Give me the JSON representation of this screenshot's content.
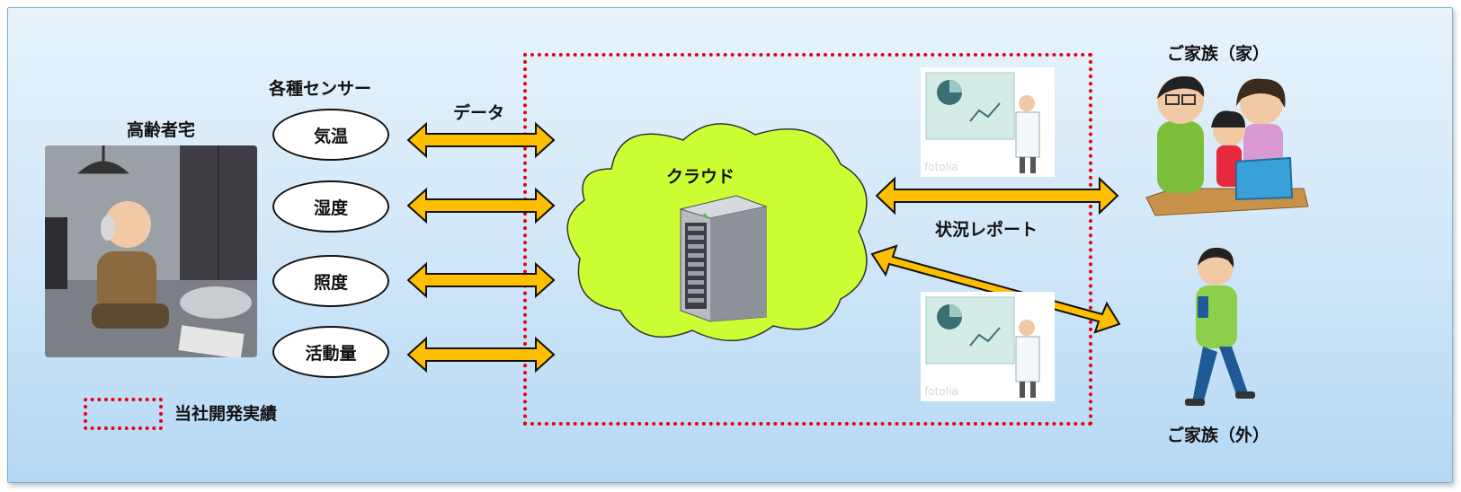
{
  "labels": {
    "home": "高齢者宅",
    "sensors": "各種センサー",
    "data": "データ",
    "cloud": "クラウド",
    "report": "状況レポート",
    "family_home": "ご家族（家）",
    "family_out": "ご家族（外）",
    "legend": "当社開発実績"
  },
  "sensors": [
    "気温",
    "湿度",
    "照度",
    "活動量"
  ],
  "watermark": "fotolia",
  "colors": {
    "arrow_fill": "#ffbf00",
    "cloud_fill": "#ccff33",
    "dotted_border": "#e60012",
    "panel_top": "#e6f3fc",
    "panel_bottom": "#b5d8f4"
  }
}
